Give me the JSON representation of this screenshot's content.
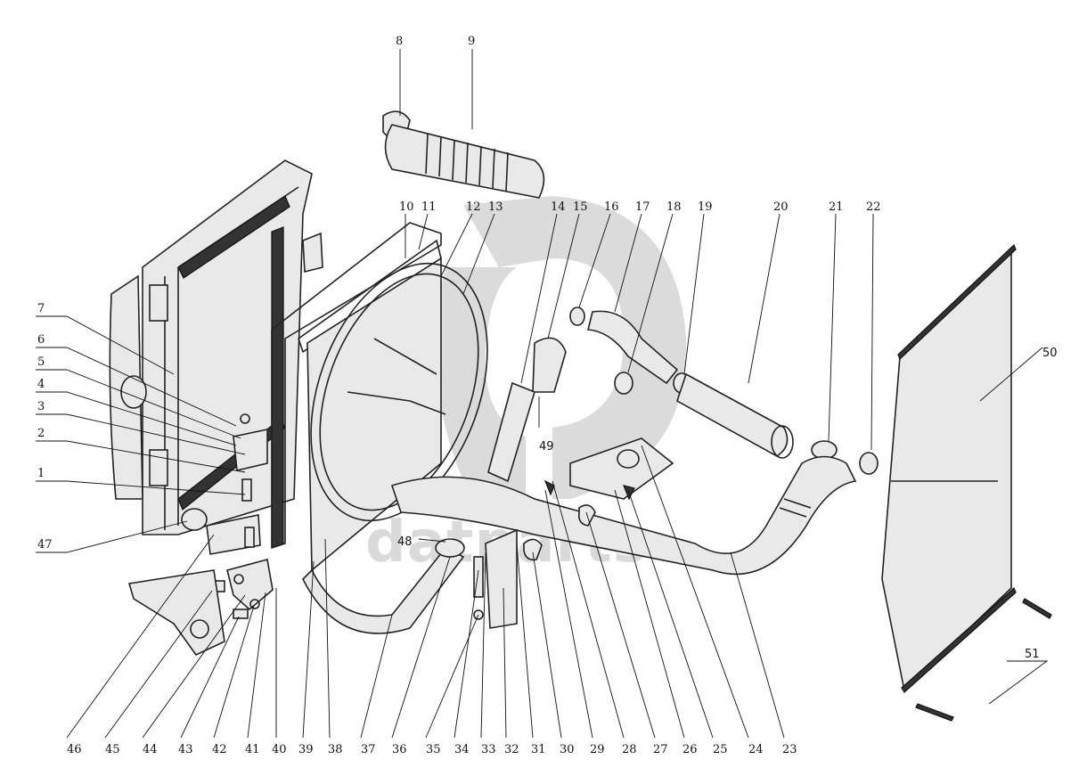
{
  "watermark": {
    "text": "datparts"
  },
  "callouts": {
    "top_row": [
      "8",
      "9",
      "10",
      "11",
      "12",
      "13",
      "14",
      "15",
      "16",
      "17",
      "18",
      "19",
      "20",
      "21",
      "22"
    ],
    "left_column": [
      "7",
      "6",
      "5",
      "4",
      "3",
      "2",
      "1",
      "47"
    ],
    "bottom_row": [
      "46",
      "45",
      "44",
      "43",
      "42",
      "41",
      "40",
      "39",
      "38",
      "37",
      "36",
      "35",
      "34",
      "33",
      "32",
      "31",
      "30",
      "29",
      "28",
      "27",
      "26",
      "25",
      "24",
      "23"
    ],
    "inline": [
      "49",
      "48",
      "50",
      "51"
    ]
  },
  "colors": {
    "line": "#222222",
    "watermark": "#bdbdbd",
    "background": "#ffffff"
  }
}
